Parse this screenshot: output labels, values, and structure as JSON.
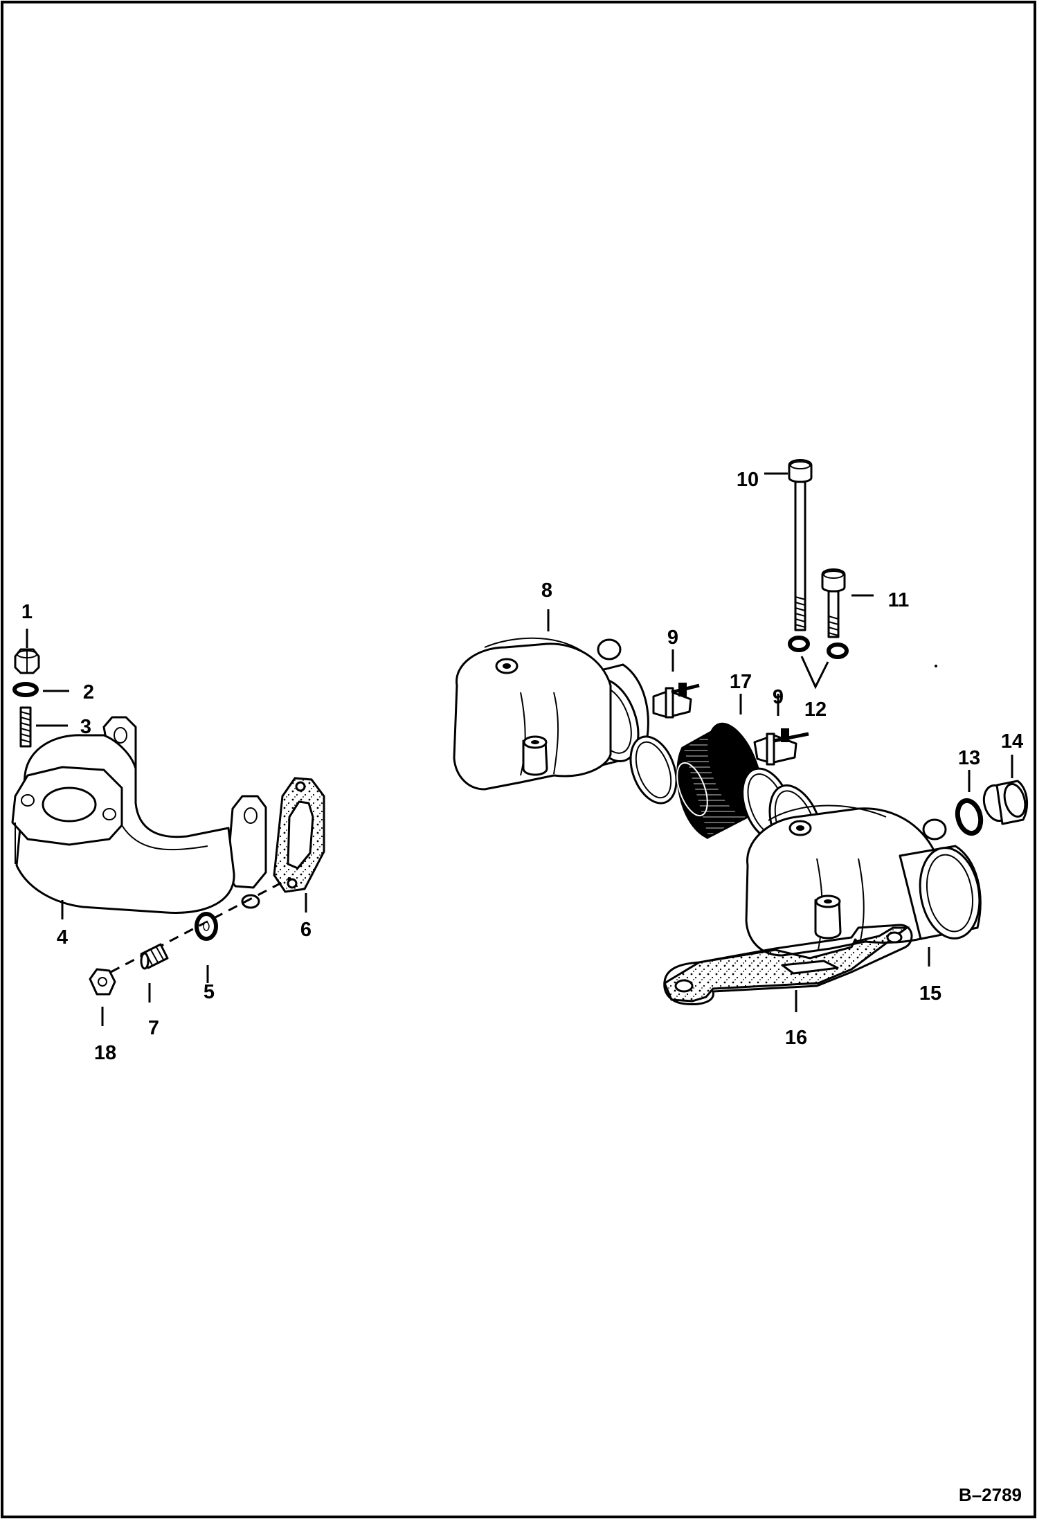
{
  "figure_code": "B–2789",
  "parts": [
    {
      "number": "1",
      "name": "nut"
    },
    {
      "number": "2",
      "name": "lock-washer"
    },
    {
      "number": "3",
      "name": "stud"
    },
    {
      "number": "4",
      "name": "exhaust-manifold"
    },
    {
      "number": "5",
      "name": "washer"
    },
    {
      "number": "6",
      "name": "manifold-gasket"
    },
    {
      "number": "7",
      "name": "stud"
    },
    {
      "number": "8",
      "name": "intake-elbow"
    },
    {
      "number": "9",
      "name": "hose-clamp"
    },
    {
      "number": "10",
      "name": "long-bolt"
    },
    {
      "number": "11",
      "name": "short-bolt"
    },
    {
      "number": "12",
      "name": "washers"
    },
    {
      "number": "13",
      "name": "o-ring"
    },
    {
      "number": "14",
      "name": "plug"
    },
    {
      "number": "15",
      "name": "intake-manifold"
    },
    {
      "number": "16",
      "name": "intake-gasket"
    },
    {
      "number": "17",
      "name": "rubber-hose"
    },
    {
      "number": "18",
      "name": "nut"
    }
  ],
  "labels": {
    "p1": "1",
    "p2": "2",
    "p3": "3",
    "p4": "4",
    "p5": "5",
    "p6": "6",
    "p7": "7",
    "p8": "8",
    "p9a": "9",
    "p9b": "9",
    "p10": "10",
    "p11": "11",
    "p12": "12",
    "p13": "13",
    "p14": "14",
    "p15": "15",
    "p16": "16",
    "p17": "17",
    "p18": "18"
  }
}
